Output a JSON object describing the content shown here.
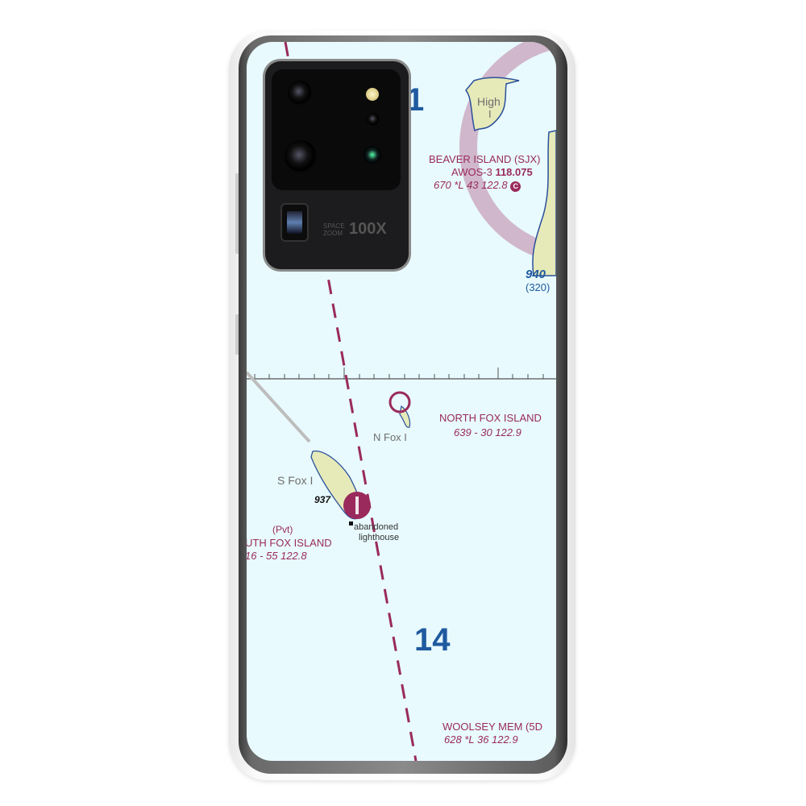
{
  "camera": {
    "brand_line1": "SPACE",
    "brand_line2": "ZOOM",
    "zoom_label": "100X"
  },
  "map": {
    "colors": {
      "water": "#e8fafd",
      "land": "#e6eab8",
      "airspace": "#9a2a5c",
      "water_numbers": "#1f5aa0",
      "coast": "#2b4f9c"
    },
    "labels": {
      "sector_top": "1",
      "high_island": "High",
      "high_island_2": "I",
      "beaver_name": "BEAVER ISLAND (SJX)",
      "beaver_awos": "AWOS-3",
      "beaver_awos_freq": "118.075",
      "beaver_info": "670 *L 43",
      "beaver_ctaf": "122.8",
      "beaver_c": "C",
      "elev_940": "940",
      "elev_320": "(320)",
      "north_fox_name": "NORTH FOX ISLAND",
      "north_fox_info": "639 - 30 122.9",
      "n_fox_i": "N Fox I",
      "s_fox_i": "S Fox I",
      "spot_937": "937",
      "abandoned": "abandoned",
      "lighthouse": "lighthouse",
      "pvt": "(Pvt)",
      "south_fox_name": "UTH FOX ISLAND",
      "south_fox_info": "16 - 55  122.8",
      "sector_14": "14",
      "woolsey_name": "WOOLSEY MEM (5D",
      "woolsey_info": "628 *L 36  122.9"
    }
  }
}
